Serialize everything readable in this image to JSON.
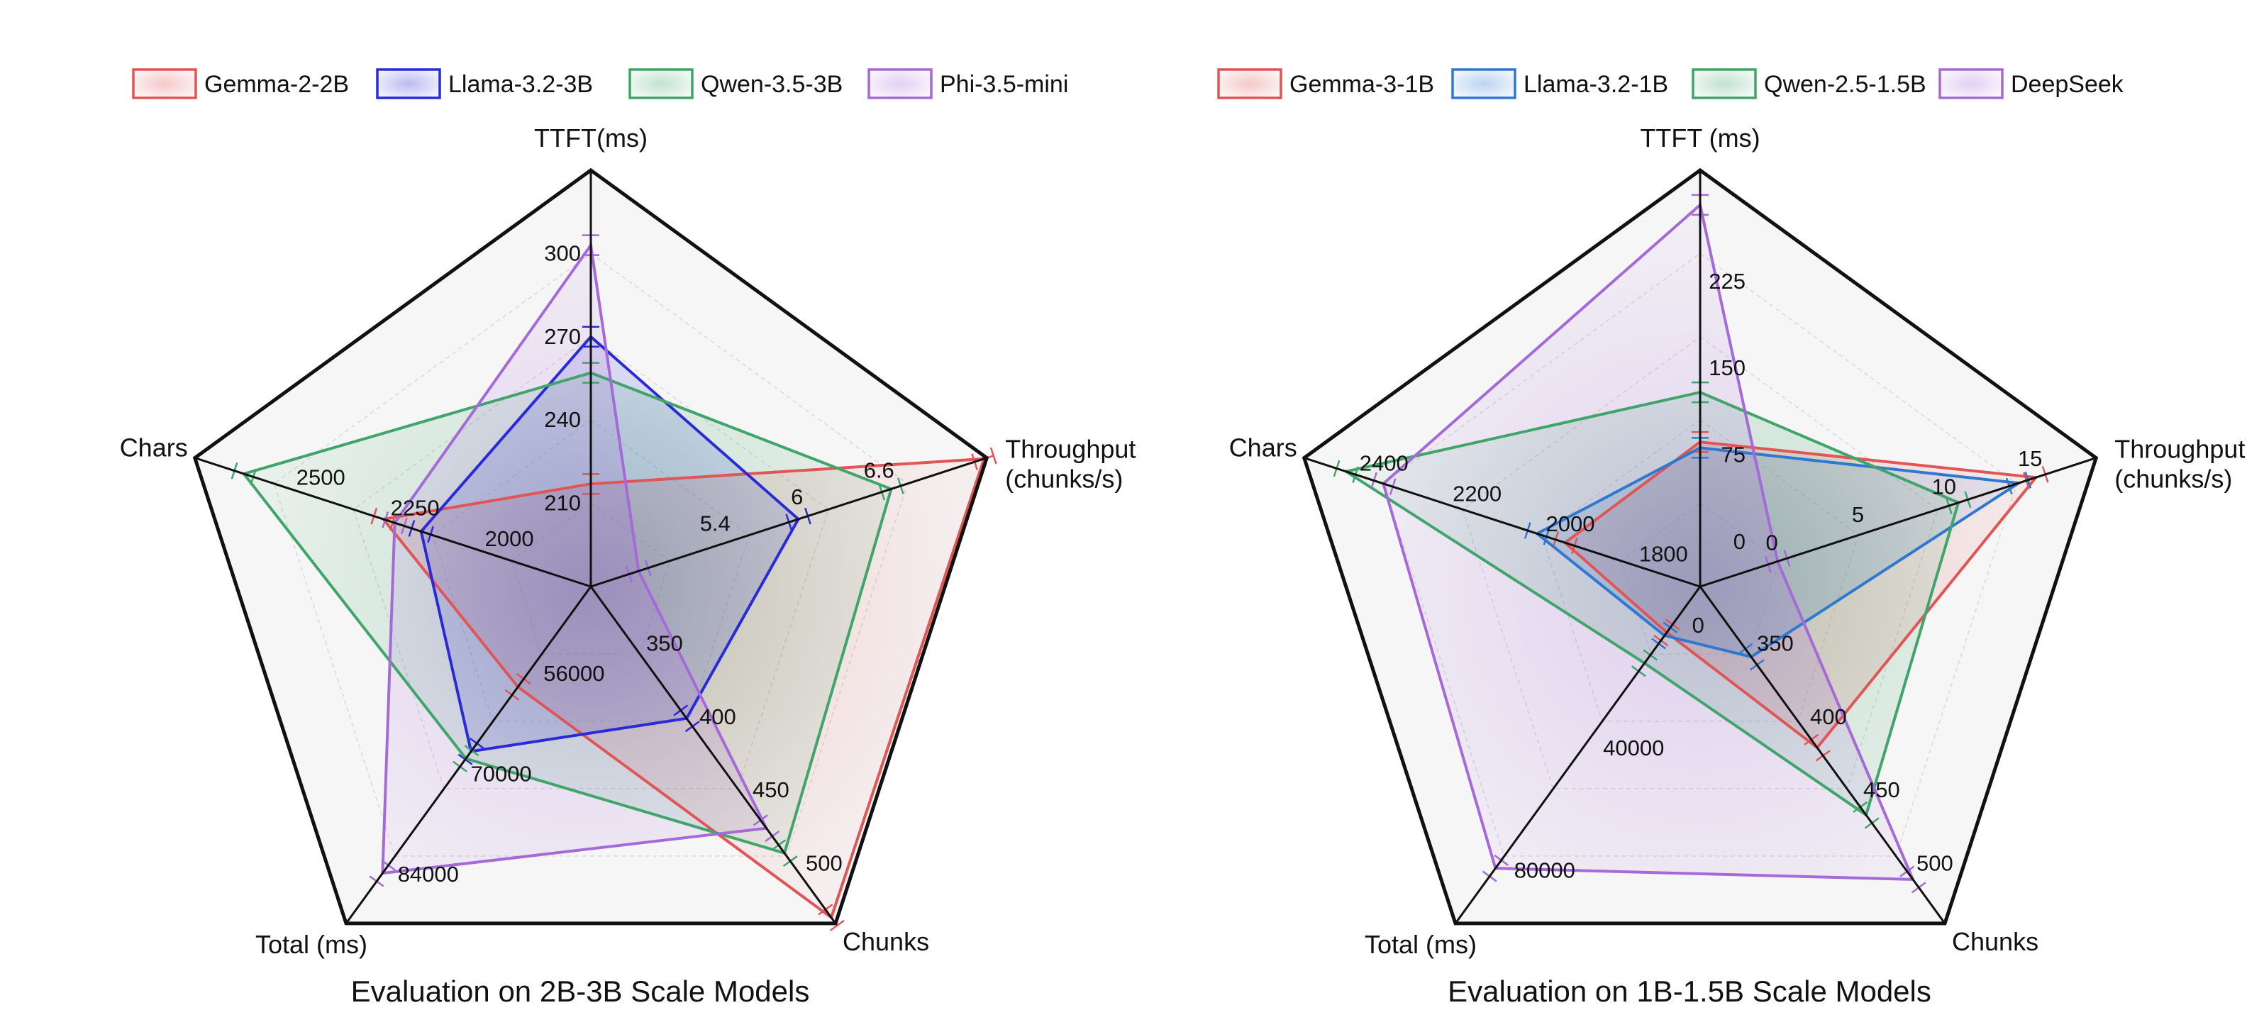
{
  "chart_data": [
    {
      "type": "radar",
      "title": "Evaluation on 2B-3B Scale Models",
      "legend_position": "top",
      "grid": true,
      "axes": [
        {
          "key": "ttft",
          "label": "TTFT(ms)",
          "range": [
            180,
            330
          ],
          "ticks": [
            210,
            240,
            270,
            300
          ]
        },
        {
          "key": "throughput",
          "label": "Throughput (chunks/s)",
          "range": [
            4.5,
            7.4
          ],
          "ticks": [
            5.4,
            6.0,
            6.6
          ]
        },
        {
          "key": "chunks",
          "label": "Chunks",
          "range": [
            310,
            540
          ],
          "ticks": [
            350,
            400,
            450,
            500
          ]
        },
        {
          "key": "total",
          "label": "Total (ms)",
          "range": [
            45000,
            92000
          ],
          "ticks": [
            56000,
            70000,
            84000
          ]
        },
        {
          "key": "chars",
          "label": "Chars",
          "range": [
            1750,
            2800
          ],
          "ticks": [
            2000,
            2250,
            2500
          ]
        }
      ],
      "series": [
        {
          "name": "Gemma-2-2B",
          "color": "#e05555",
          "values": [
            217,
            7.38,
            536,
            59000,
            2300
          ]
        },
        {
          "name": "Llama-3.2-3B",
          "color": "#2a2ad6",
          "values": [
            270,
            6.02,
            400,
            68000,
            2200
          ]
        },
        {
          "name": "Qwen-3.5-3B",
          "color": "#3fa56a",
          "values": [
            257,
            6.7,
            492,
            69000,
            2670
          ]
        },
        {
          "name": "Phi-3.5-mini",
          "color": "#a56ad8",
          "values": [
            303,
            4.85,
            475,
            85000,
            2270
          ]
        }
      ]
    },
    {
      "type": "radar",
      "title": "Evaluation on 1B-1.5B Scale Models",
      "legend_position": "top",
      "grid": true,
      "axes": [
        {
          "key": "ttft",
          "label": "TTFT (ms)",
          "range": [
            -40,
            320
          ],
          "ticks": [
            0,
            75,
            150,
            225
          ]
        },
        {
          "key": "throughput",
          "label": "Throughput (chunks/s)",
          "range": [
            -4,
            19
          ],
          "ticks": [
            0,
            5,
            10,
            15
          ]
        },
        {
          "key": "chunks",
          "label": "Chunks",
          "range": [
            310,
            540
          ],
          "ticks": [
            350,
            400,
            450,
            500
          ]
        },
        {
          "key": "total",
          "label": "Total (ms)",
          "range": [
            -10000,
            100000
          ],
          "ticks": [
            0,
            40000,
            80000
          ]
        },
        {
          "key": "chars",
          "label": "Chars",
          "range": [
            1700,
            2550
          ],
          "ticks": [
            1800,
            2000,
            2200,
            2400
          ]
        }
      ],
      "series": [
        {
          "name": "Gemma-3-1B",
          "color": "#e05555",
          "values": [
            85,
            15.5,
            420,
            5000,
            1990
          ]
        },
        {
          "name": "Llama-3.2-1B",
          "color": "#2f78d0",
          "values": [
            80,
            14.5,
            358,
            6000,
            2050
          ]
        },
        {
          "name": "Qwen-2.5-1.5B",
          "color": "#3fa56a",
          "values": [
            128,
            11.0,
            466,
            15000,
            2460
          ]
        },
        {
          "name": "DeepSeek",
          "color": "#a56ad8",
          "values": [
            290,
            0.5,
            510,
            82000,
            2380
          ]
        }
      ]
    }
  ]
}
